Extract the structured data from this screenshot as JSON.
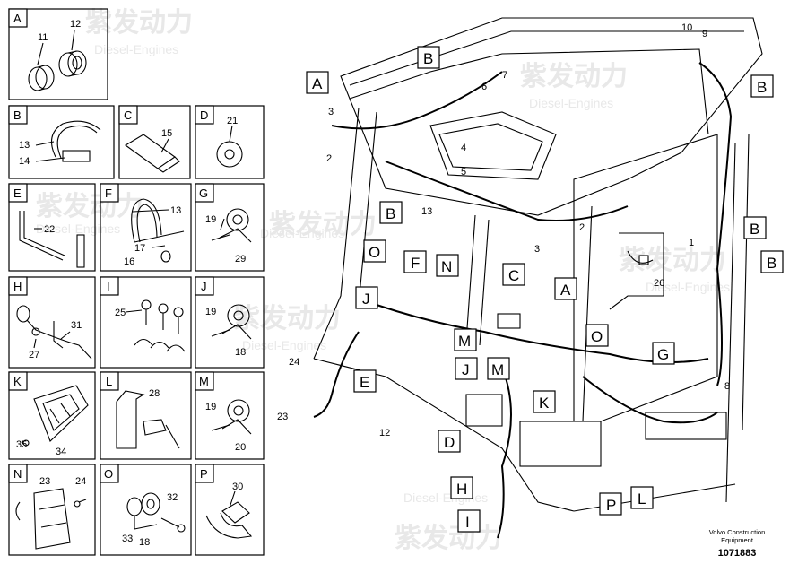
{
  "watermark": {
    "brand": "紫发动力",
    "sub": "Diesel-Engines"
  },
  "panels": [
    {
      "letter": "A",
      "parts": [
        "11",
        "12"
      ]
    },
    {
      "letter": "B",
      "parts": [
        "13",
        "14"
      ]
    },
    {
      "letter": "C",
      "parts": [
        "15"
      ]
    },
    {
      "letter": "D",
      "parts": [
        "21"
      ]
    },
    {
      "letter": "E",
      "parts": [
        "22"
      ]
    },
    {
      "letter": "F",
      "parts": [
        "13",
        "17",
        "16"
      ]
    },
    {
      "letter": "G",
      "parts": [
        "19",
        "29"
      ]
    },
    {
      "letter": "H",
      "parts": [
        "31",
        "27"
      ]
    },
    {
      "letter": "I",
      "parts": [
        "25"
      ]
    },
    {
      "letter": "J",
      "parts": [
        "19",
        "18"
      ]
    },
    {
      "letter": "K",
      "parts": [
        "35",
        "34"
      ]
    },
    {
      "letter": "L",
      "parts": [
        "28"
      ]
    },
    {
      "letter": "M",
      "parts": [
        "19",
        "20"
      ]
    },
    {
      "letter": "N",
      "parts": [
        "23",
        "24"
      ]
    },
    {
      "letter": "O",
      "parts": [
        "33",
        "18",
        "32"
      ]
    },
    {
      "letter": "P",
      "parts": [
        "30"
      ]
    }
  ],
  "main_callouts": {
    "boxes": [
      "A",
      "B",
      "B",
      "B",
      "B",
      "B",
      "O",
      "F",
      "N",
      "C",
      "A",
      "J",
      "M",
      "J",
      "M",
      "E",
      "O",
      "G",
      "K",
      "D",
      "H",
      "P",
      "L",
      "I"
    ],
    "numbers": [
      "10",
      "9",
      "7",
      "6",
      "3",
      "2",
      "4",
      "5",
      "13",
      "3",
      "2",
      "1",
      "26",
      "24",
      "23",
      "12",
      "8"
    ]
  },
  "footer": {
    "line1": "Volvo Construction",
    "line2": "Equipment",
    "part_no": "1071883"
  }
}
